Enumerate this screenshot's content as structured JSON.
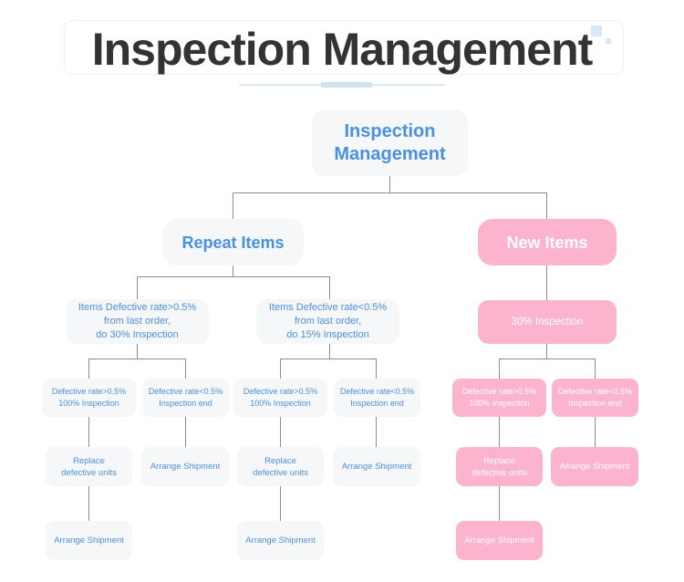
{
  "header": {
    "title": "Inspection Management",
    "decor": {
      "square_large": "decorative-square",
      "square_small": "decorative-square"
    }
  },
  "chart_data": {
    "type": "diagram",
    "title": "Inspection Management",
    "nodes": {
      "root": "Inspection Management",
      "repeat_items": "Repeat Items",
      "new_items": "New Items",
      "repeat_gt": "Items Defective rate>0.5%\nfrom last order,\ndo 30% Inspection",
      "repeat_lt": "Items Defective rate<0.5%\nfrom last order,\ndo 15% Inspection",
      "new_30": "30% Inspection",
      "r1_gt": "Defective rate>0.5%\n100% Inspection",
      "r1_lt": "Defective rate<0.5%\nInspection end",
      "r2_gt": "Defective rate>0.5%\n100% Inspection",
      "r2_lt": "Defective rate<0.5%\nInspection end",
      "n_gt": "Defective rate>0.5%\n100% Inspection",
      "n_lt": "Defective rate<0.5%\nInspection end",
      "r1_replace": "Replace\ndefective units",
      "r1_arrange": "Arrange Shipment",
      "r2_replace": "Replace\ndefective units",
      "r2_arrange": "Arrange Shipment",
      "n_replace": "Replace\ndefective units",
      "n_arrange": "Arrange Shipment",
      "r1_ship": "Arrange Shipment",
      "r2_ship": "Arrange Shipment",
      "n_ship": "Arrange Shipment"
    },
    "colors": {
      "gray_fill": "#f6f7f8",
      "gray_text": "#4a90e2",
      "pink_fill": "#fbb3ce",
      "pink_text": "#ffffff",
      "connector": "#8d8d8d",
      "title_text": "#333333",
      "accent_rule": "#d9e9f2"
    }
  }
}
